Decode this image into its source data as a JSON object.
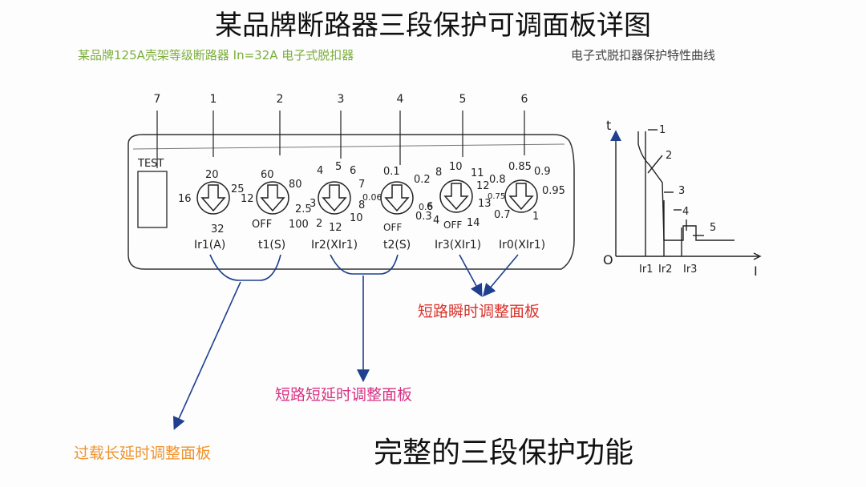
{
  "title": "某品牌断路器三段保护可调面板详图",
  "subtitle_left": "某品牌125A壳架等级断路器  In=32A  电子式脱扣器",
  "subtitle_right": "电子式脱扣器保护特性曲线",
  "panel": {
    "test_label": "TEST",
    "callouts": [
      "7",
      "1",
      "2",
      "3",
      "4",
      "5",
      "6"
    ],
    "dials": [
      {
        "name": "Ir1(A)",
        "ticks": [
          "20",
          "25",
          "32",
          "16"
        ]
      },
      {
        "name": "t1(S)",
        "ticks": [
          "60",
          "80",
          "2.5",
          "100",
          "OFF",
          "12"
        ]
      },
      {
        "name": "Ir2(XIr1)",
        "ticks": [
          "4",
          "5",
          "6",
          "7",
          "8",
          "10",
          "12",
          "2",
          "3"
        ]
      },
      {
        "name": "t2(S)",
        "ticks": [
          "0.1",
          "0.2",
          "0.06",
          "0.3",
          "OFF",
          "0.6"
        ]
      },
      {
        "name": "Ir3(XIr1)",
        "ticks": [
          "8",
          "10",
          "11",
          "12",
          "13",
          "14",
          "OFF",
          "4",
          "6"
        ]
      },
      {
        "name": "Ir0(XIr1)",
        "ticks": [
          "0.8",
          "0.85",
          "0.9",
          "0.95",
          "1",
          "0.7",
          "0.75"
        ]
      }
    ]
  },
  "curve": {
    "axis_t": "t",
    "axis_i": "I",
    "origin": "O",
    "points": [
      "1",
      "2",
      "3",
      "4",
      "5"
    ],
    "x_marks": [
      "Ir1",
      "Ir2",
      "Ir3"
    ]
  },
  "labels": {
    "overload": "过载长延时调整面板",
    "short_delay": "短路短延时调整面板",
    "instant": "短路瞬时调整面板"
  },
  "bottom_title": "完整的三段保护功能",
  "colors": {
    "orange": "#f0932b",
    "pink": "#d63384",
    "red": "#d9332b",
    "green": "#7cae3c",
    "arrow": "#1f3f8f"
  }
}
